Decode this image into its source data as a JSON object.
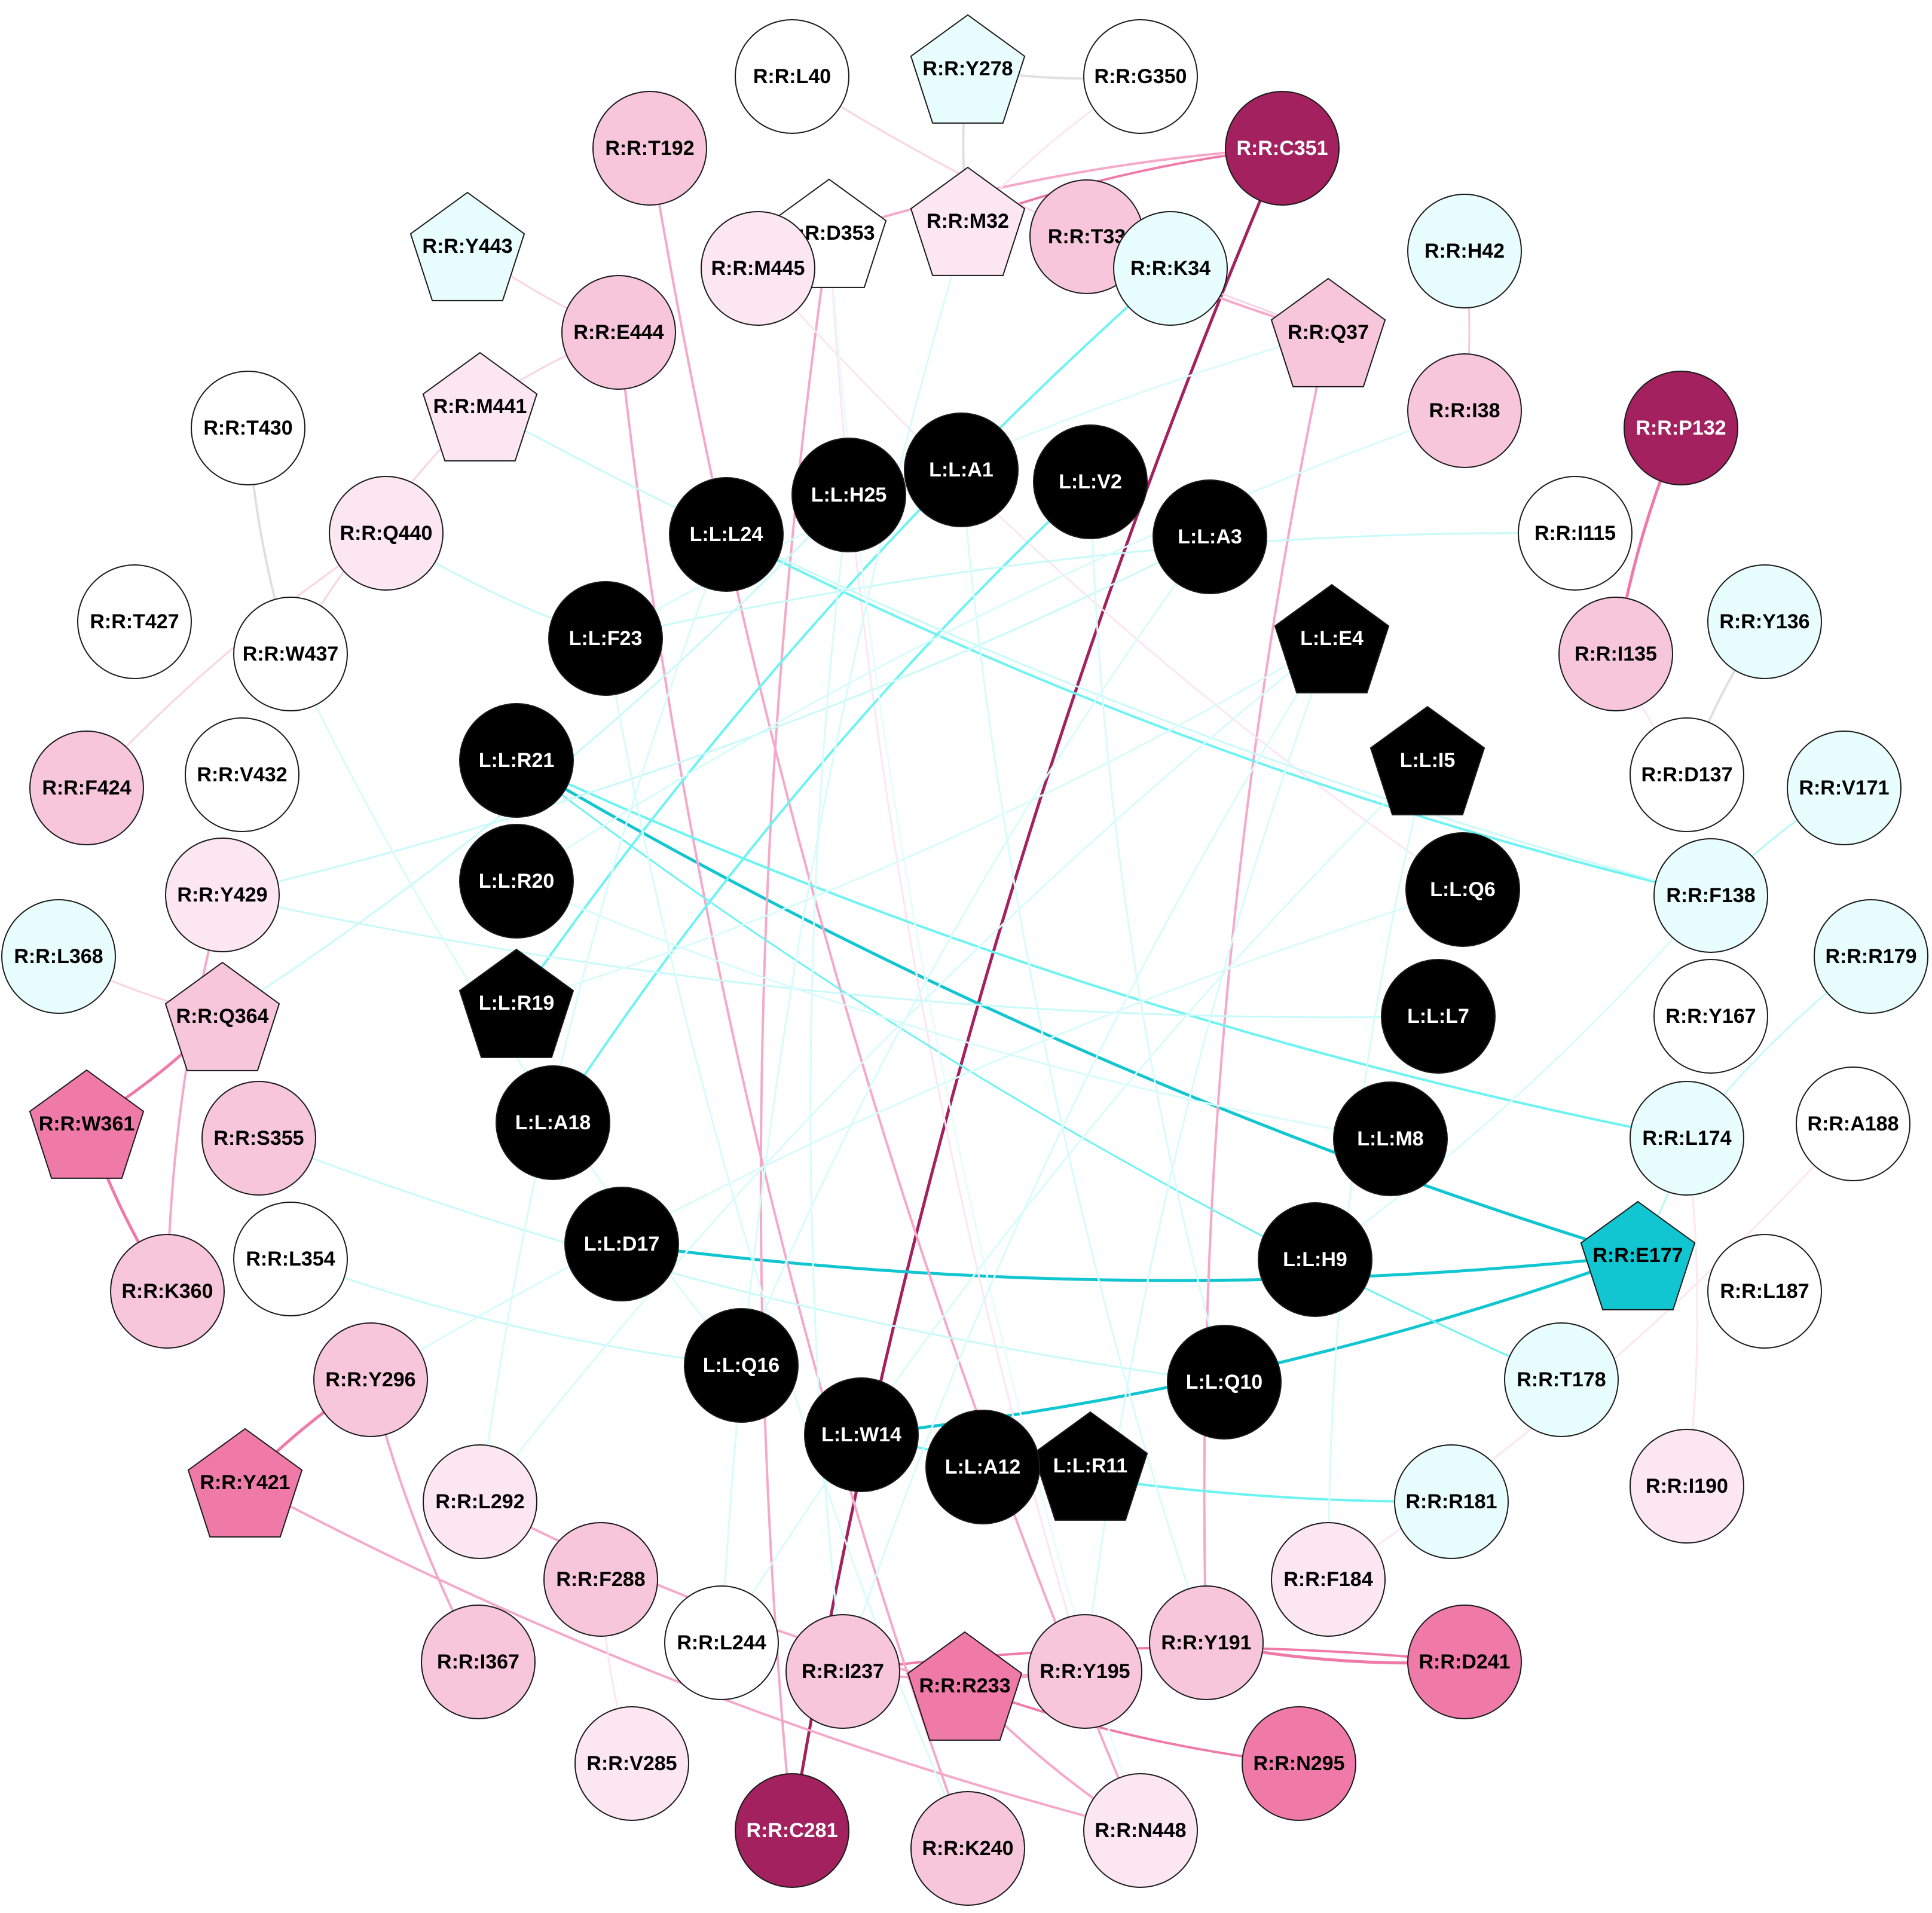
{
  "colors": {
    "white": "#ffffff",
    "black": "#000000",
    "pale_cyan": "#e8fdfd",
    "cyan": "#11c6d1",
    "pale_pink": "#fce6ef",
    "light_pink": "#f8c6da",
    "pink": "#ef7aa8",
    "magenta": "#a3215e"
  },
  "nodes": [
    {
      "id": "R:R:Y278",
      "shape": "pentagon",
      "fill": "pale_cyan"
    },
    {
      "id": "R:R:L40",
      "shape": "circle",
      "fill": "white"
    },
    {
      "id": "R:R:G350",
      "shape": "circle",
      "fill": "white"
    },
    {
      "id": "R:R:T192",
      "shape": "circle",
      "fill": "light_pink"
    },
    {
      "id": "R:R:C351",
      "shape": "circle",
      "fill": "magenta"
    },
    {
      "id": "R:R:D353",
      "shape": "pentagon",
      "fill": "white"
    },
    {
      "id": "R:R:M32",
      "shape": "pentagon",
      "fill": "pale_pink"
    },
    {
      "id": "R:R:T33",
      "shape": "circle",
      "fill": "light_pink"
    },
    {
      "id": "R:R:Y443",
      "shape": "pentagon",
      "fill": "pale_cyan"
    },
    {
      "id": "R:R:M445",
      "shape": "circle",
      "fill": "pale_pink"
    },
    {
      "id": "R:R:K34",
      "shape": "circle",
      "fill": "pale_cyan"
    },
    {
      "id": "R:R:H42",
      "shape": "circle",
      "fill": "pale_cyan"
    },
    {
      "id": "R:R:E444",
      "shape": "circle",
      "fill": "light_pink"
    },
    {
      "id": "R:R:Q37",
      "shape": "pentagon",
      "fill": "light_pink"
    },
    {
      "id": "R:R:M441",
      "shape": "pentagon",
      "fill": "pale_pink"
    },
    {
      "id": "R:R:I38",
      "shape": "circle",
      "fill": "light_pink"
    },
    {
      "id": "R:R:P132",
      "shape": "circle",
      "fill": "magenta"
    },
    {
      "id": "R:R:T430",
      "shape": "circle",
      "fill": "white"
    },
    {
      "id": "L:L:A1",
      "shape": "circle",
      "fill": "black"
    },
    {
      "id": "L:L:V2",
      "shape": "circle",
      "fill": "black"
    },
    {
      "id": "L:L:H25",
      "shape": "circle",
      "fill": "black"
    },
    {
      "id": "L:L:L24",
      "shape": "circle",
      "fill": "black"
    },
    {
      "id": "L:L:A3",
      "shape": "circle",
      "fill": "black"
    },
    {
      "id": "R:R:Q440",
      "shape": "circle",
      "fill": "pale_pink"
    },
    {
      "id": "R:R:I115",
      "shape": "circle",
      "fill": "white"
    },
    {
      "id": "R:R:T427",
      "shape": "circle",
      "fill": "white"
    },
    {
      "id": "R:R:W437",
      "shape": "circle",
      "fill": "white"
    },
    {
      "id": "L:L:F23",
      "shape": "circle",
      "fill": "black"
    },
    {
      "id": "L:L:E4",
      "shape": "pentagon",
      "fill": "black"
    },
    {
      "id": "R:R:I135",
      "shape": "circle",
      "fill": "light_pink"
    },
    {
      "id": "R:R:Y136",
      "shape": "circle",
      "fill": "pale_cyan"
    },
    {
      "id": "R:R:F424",
      "shape": "circle",
      "fill": "light_pink"
    },
    {
      "id": "R:R:V432",
      "shape": "circle",
      "fill": "white"
    },
    {
      "id": "L:L:R21",
      "shape": "circle",
      "fill": "black"
    },
    {
      "id": "L:L:I5",
      "shape": "pentagon",
      "fill": "black"
    },
    {
      "id": "R:R:D137",
      "shape": "circle",
      "fill": "white"
    },
    {
      "id": "R:R:V171",
      "shape": "circle",
      "fill": "pale_cyan"
    },
    {
      "id": "L:L:R20",
      "shape": "circle",
      "fill": "black"
    },
    {
      "id": "L:L:Q6",
      "shape": "circle",
      "fill": "black"
    },
    {
      "id": "R:R:F138",
      "shape": "circle",
      "fill": "pale_cyan"
    },
    {
      "id": "R:R:Y429",
      "shape": "circle",
      "fill": "pale_pink"
    },
    {
      "id": "R:R:L368",
      "shape": "circle",
      "fill": "pale_cyan"
    },
    {
      "id": "R:R:R179",
      "shape": "circle",
      "fill": "pale_cyan"
    },
    {
      "id": "L:L:R19",
      "shape": "pentagon",
      "fill": "black"
    },
    {
      "id": "L:L:L7",
      "shape": "circle",
      "fill": "black"
    },
    {
      "id": "R:R:Q364",
      "shape": "pentagon",
      "fill": "light_pink"
    },
    {
      "id": "R:R:Y167",
      "shape": "circle",
      "fill": "white"
    },
    {
      "id": "R:R:W361",
      "shape": "pentagon",
      "fill": "pink"
    },
    {
      "id": "L:L:A18",
      "shape": "circle",
      "fill": "black"
    },
    {
      "id": "L:L:M8",
      "shape": "circle",
      "fill": "black"
    },
    {
      "id": "R:R:S355",
      "shape": "circle",
      "fill": "light_pink"
    },
    {
      "id": "R:R:L174",
      "shape": "circle",
      "fill": "pale_cyan"
    },
    {
      "id": "R:R:A188",
      "shape": "circle",
      "fill": "white"
    },
    {
      "id": "L:L:D17",
      "shape": "circle",
      "fill": "black"
    },
    {
      "id": "R:R:E177",
      "shape": "pentagon",
      "fill": "cyan"
    },
    {
      "id": "R:R:L354",
      "shape": "circle",
      "fill": "white"
    },
    {
      "id": "L:L:H9",
      "shape": "circle",
      "fill": "black"
    },
    {
      "id": "R:R:K360",
      "shape": "circle",
      "fill": "light_pink"
    },
    {
      "id": "R:R:L187",
      "shape": "circle",
      "fill": "white"
    },
    {
      "id": "R:R:Y296",
      "shape": "circle",
      "fill": "light_pink"
    },
    {
      "id": "L:L:Q16",
      "shape": "circle",
      "fill": "black"
    },
    {
      "id": "R:R:T178",
      "shape": "circle",
      "fill": "pale_cyan"
    },
    {
      "id": "L:L:Q10",
      "shape": "circle",
      "fill": "black"
    },
    {
      "id": "L:L:W14",
      "shape": "circle",
      "fill": "black"
    },
    {
      "id": "R:R:Y421",
      "shape": "pentagon",
      "fill": "pink"
    },
    {
      "id": "L:L:R11",
      "shape": "pentagon",
      "fill": "black"
    },
    {
      "id": "L:L:A12",
      "shape": "circle",
      "fill": "black"
    },
    {
      "id": "R:R:I190",
      "shape": "circle",
      "fill": "pale_pink"
    },
    {
      "id": "R:R:L292",
      "shape": "circle",
      "fill": "pale_pink"
    },
    {
      "id": "R:R:R181",
      "shape": "circle",
      "fill": "pale_cyan"
    },
    {
      "id": "R:R:F288",
      "shape": "circle",
      "fill": "light_pink"
    },
    {
      "id": "R:R:F184",
      "shape": "circle",
      "fill": "pale_pink"
    },
    {
      "id": "R:R:L244",
      "shape": "circle",
      "fill": "white"
    },
    {
      "id": "R:R:I237",
      "shape": "circle",
      "fill": "light_pink"
    },
    {
      "id": "R:R:R233",
      "shape": "pentagon",
      "fill": "pink"
    },
    {
      "id": "R:R:Y195",
      "shape": "circle",
      "fill": "light_pink"
    },
    {
      "id": "R:R:Y191",
      "shape": "circle",
      "fill": "light_pink"
    },
    {
      "id": "R:R:D241",
      "shape": "circle",
      "fill": "pink"
    },
    {
      "id": "R:R:I367",
      "shape": "circle",
      "fill": "light_pink"
    },
    {
      "id": "R:R:V285",
      "shape": "circle",
      "fill": "pale_pink"
    },
    {
      "id": "R:R:N295",
      "shape": "circle",
      "fill": "pink"
    },
    {
      "id": "R:R:C281",
      "shape": "circle",
      "fill": "magenta"
    },
    {
      "id": "R:R:K240",
      "shape": "circle",
      "fill": "light_pink"
    },
    {
      "id": "R:R:N448",
      "shape": "circle",
      "fill": "pale_pink"
    }
  ],
  "edges": [
    {
      "from": "R:R:C351",
      "to": "R:R:C281",
      "color": "#a3215e",
      "w": 5
    },
    {
      "from": "L:L:R21",
      "to": "R:R:E177",
      "color": "#11c6d1",
      "w": 5
    },
    {
      "from": "L:L:D17",
      "to": "R:R:E177",
      "color": "#11c6d1",
      "w": 5
    },
    {
      "from": "L:L:W14",
      "to": "R:R:E177",
      "color": "#11c6d1",
      "w": 5
    },
    {
      "from": "R:R:P132",
      "to": "R:R:I135",
      "color": "#ef7aa8",
      "w": 5
    },
    {
      "from": "R:R:W361",
      "to": "R:R:Q364",
      "color": "#ef7aa8",
      "w": 5
    },
    {
      "from": "R:R:W361",
      "to": "R:R:K360",
      "color": "#ef7aa8",
      "w": 5
    },
    {
      "from": "R:R:Y296",
      "to": "R:R:Y421",
      "color": "#ef7aa8",
      "w": 5
    },
    {
      "from": "R:R:Y191",
      "to": "R:R:D241",
      "color": "#ef7aa8",
      "w": 5
    },
    {
      "from": "R:R:D241",
      "to": "R:R:I237",
      "color": "#ef7aa8",
      "w": 4
    },
    {
      "from": "R:R:R233",
      "to": "R:R:N295",
      "color": "#ef7aa8",
      "w": 4
    },
    {
      "from": "R:R:C351",
      "to": "R:R:M32",
      "color": "#ef7aa8",
      "w": 4
    },
    {
      "from": "R:R:C351",
      "to": "R:R:D353",
      "color": "#f5a9c8",
      "w": 4
    },
    {
      "from": "R:R:T33",
      "to": "R:R:Q37",
      "color": "#f5a9c8",
      "w": 4
    },
    {
      "from": "R:R:T192",
      "to": "R:R:N448",
      "color": "#f5a9c8",
      "w": 4
    },
    {
      "from": "R:R:E444",
      "to": "R:R:K240",
      "color": "#f5a9c8",
      "w": 4
    },
    {
      "from": "R:R:D353",
      "to": "R:R:C281",
      "color": "#f5a9c8",
      "w": 4
    },
    {
      "from": "R:R:Y429",
      "to": "R:R:K360",
      "color": "#f5a9c8",
      "w": 4
    },
    {
      "from": "R:R:Y421",
      "to": "R:R:N448",
      "color": "#f5a9c8",
      "w": 4
    },
    {
      "from": "R:R:Y296",
      "to": "R:R:I367",
      "color": "#f5a9c8",
      "w": 4
    },
    {
      "from": "R:R:L292",
      "to": "R:R:R233",
      "color": "#f5a9c8",
      "w": 4
    },
    {
      "from": "R:R:Y195",
      "to": "R:R:R233",
      "color": "#f5a9c8",
      "w": 4
    },
    {
      "from": "R:R:I237",
      "to": "R:R:Y195",
      "color": "#f5a9c8",
      "w": 4
    },
    {
      "from": "R:R:R233",
      "to": "R:R:N448",
      "color": "#f5a9c8",
      "w": 4
    },
    {
      "from": "R:R:Q37",
      "to": "R:R:Y191",
      "color": "#f5a9c8",
      "w": 4
    },
    {
      "from": "R:R:I38",
      "to": "R:R:H42",
      "color": "#f8c6da",
      "w": 3
    },
    {
      "from": "R:R:I135",
      "to": "R:R:D137",
      "color": "#fce6ef",
      "w": 3
    },
    {
      "from": "R:R:Q440",
      "to": "R:R:F424",
      "color": "#fad3e2",
      "w": 3
    },
    {
      "from": "R:R:M441",
      "to": "R:R:W437",
      "color": "#fad3e2",
      "w": 3
    },
    {
      "from": "R:R:E444",
      "to": "R:R:M441",
      "color": "#fad3e2",
      "w": 3
    },
    {
      "from": "R:R:Y443",
      "to": "R:R:E444",
      "color": "#fad3e2",
      "w": 3
    },
    {
      "from": "R:R:L40",
      "to": "R:R:Q37",
      "color": "#fad3e2",
      "w": 3
    },
    {
      "from": "R:R:G350",
      "to": "R:R:M32",
      "color": "#fce6ef",
      "w": 3
    },
    {
      "from": "R:R:M445",
      "to": "L:L:Q6",
      "color": "#fce6ef",
      "w": 3
    },
    {
      "from": "R:R:L368",
      "to": "R:R:Q364",
      "color": "#fad3e2",
      "w": 3
    },
    {
      "from": "R:R:F288",
      "to": "R:R:V285",
      "color": "#fce6ef",
      "w": 3
    },
    {
      "from": "R:R:I190",
      "to": "R:R:L174",
      "color": "#fce6ef",
      "w": 3
    },
    {
      "from": "R:R:F184",
      "to": "R:R:A188",
      "color": "#fce6ef",
      "w": 3
    },
    {
      "from": "R:R:D353",
      "to": "R:R:Y195",
      "color": "#fce6ef",
      "w": 3
    },
    {
      "from": "R:R:Y278",
      "to": "R:R:G350",
      "color": "#e0e0e0",
      "w": 4
    },
    {
      "from": "R:R:Y278",
      "to": "R:R:M32",
      "color": "#e0e0e0",
      "w": 4
    },
    {
      "from": "R:R:T430",
      "to": "R:R:W437",
      "color": "#e0e0e0",
      "w": 4
    },
    {
      "from": "R:R:Y136",
      "to": "R:R:D137",
      "color": "#e0e0e0",
      "w": 4
    },
    {
      "from": "R:R:K34",
      "to": "L:L:R19",
      "color": "#6ef3f3",
      "w": 4
    },
    {
      "from": "L:L:V2",
      "to": "L:L:A18",
      "color": "#6ef3f3",
      "w": 4
    },
    {
      "from": "L:L:L24",
      "to": "R:R:F138",
      "color": "#6ef3f3",
      "w": 4
    },
    {
      "from": "L:L:R21",
      "to": "R:R:L174",
      "color": "#6ef3f3",
      "w": 4
    },
    {
      "from": "L:L:R21",
      "to": "R:R:T178",
      "color": "#6ef3f3",
      "w": 3
    },
    {
      "from": "L:L:W14",
      "to": "R:R:R181",
      "color": "#6ef3f3",
      "w": 4
    },
    {
      "from": "R:R:E177",
      "to": "R:R:L174",
      "color": "#b5f8f8",
      "w": 3
    },
    {
      "from": "R:R:V171",
      "to": "R:R:F138",
      "color": "#b5f8f8",
      "w": 3
    },
    {
      "from": "R:R:R179",
      "to": "R:R:L174",
      "color": "#c8fafa",
      "w": 3
    },
    {
      "from": "R:R:I115",
      "to": "L:L:F23",
      "color": "#c8fafa",
      "w": 3
    },
    {
      "from": "R:R:Q440",
      "to": "L:L:F23",
      "color": "#c8fafa",
      "w": 3
    },
    {
      "from": "R:R:Y429",
      "to": "L:L:A3",
      "color": "#c8fafa",
      "w": 3
    },
    {
      "from": "R:R:Y429",
      "to": "L:L:L7",
      "color": "#c8fafa",
      "w": 3
    },
    {
      "from": "R:R:Q364",
      "to": "L:L:H25",
      "color": "#c8fafa",
      "w": 3
    },
    {
      "from": "R:R:S355",
      "to": "L:L:Q10",
      "color": "#c8fafa",
      "w": 3
    },
    {
      "from": "R:R:L354",
      "to": "L:L:Q16",
      "color": "#c8fafa",
      "w": 3
    },
    {
      "from": "R:R:M441",
      "to": "R:R:F138",
      "color": "#c8fafa",
      "w": 3
    },
    {
      "from": "R:R:W437",
      "to": "L:L:Q16",
      "color": "#d8fbfb",
      "w": 3
    },
    {
      "from": "R:R:I38",
      "to": "L:L:R20",
      "color": "#d8fbfb",
      "w": 3
    },
    {
      "from": "R:R:Q37",
      "to": "L:L:F23",
      "color": "#d8fbfb",
      "w": 3
    },
    {
      "from": "R:R:M32",
      "to": "R:R:L244",
      "color": "#d8fbfb",
      "w": 3
    },
    {
      "from": "R:R:D353",
      "to": "R:R:N448",
      "color": "#e8fcfc",
      "w": 3
    },
    {
      "from": "L:L:E4",
      "to": "R:R:I237",
      "color": "#d8fbfb",
      "w": 3
    },
    {
      "from": "L:L:E4",
      "to": "R:R:L292",
      "color": "#d8fbfb",
      "w": 3
    },
    {
      "from": "L:L:E4",
      "to": "R:R:Y195",
      "color": "#d8fbfb",
      "w": 3
    },
    {
      "from": "L:L:I5",
      "to": "R:R:L244",
      "color": "#d8fbfb",
      "w": 3
    },
    {
      "from": "L:L:I5",
      "to": "R:R:F184",
      "color": "#d8fbfb",
      "w": 3
    },
    {
      "from": "L:L:Q6",
      "to": "R:R:Y296",
      "color": "#d8fbfb",
      "w": 3
    },
    {
      "from": "L:L:H25",
      "to": "R:R:I237",
      "color": "#d8fbfb",
      "w": 3
    },
    {
      "from": "L:L:F23",
      "to": "R:R:K240",
      "color": "#d8fbfb",
      "w": 3
    },
    {
      "from": "L:L:L24",
      "to": "R:R:L292",
      "color": "#d8fbfb",
      "w": 3
    },
    {
      "from": "L:L:A1",
      "to": "R:R:Y191",
      "color": "#d8fbfb",
      "w": 3
    },
    {
      "from": "L:L:A3",
      "to": "L:L:Q16",
      "color": "#d8fbfb",
      "w": 3
    },
    {
      "from": "L:L:R20",
      "to": "L:L:M8",
      "color": "#d8fbfb",
      "w": 3
    },
    {
      "from": "L:L:R19",
      "to": "L:L:E4",
      "color": "#d8fbfb",
      "w": 3
    },
    {
      "from": "L:L:V2",
      "to": "L:L:Q10",
      "color": "#d8fbfb",
      "w": 3
    },
    {
      "from": "L:L:H9",
      "to": "R:R:F138",
      "color": "#d8fbfb",
      "w": 3
    }
  ]
}
